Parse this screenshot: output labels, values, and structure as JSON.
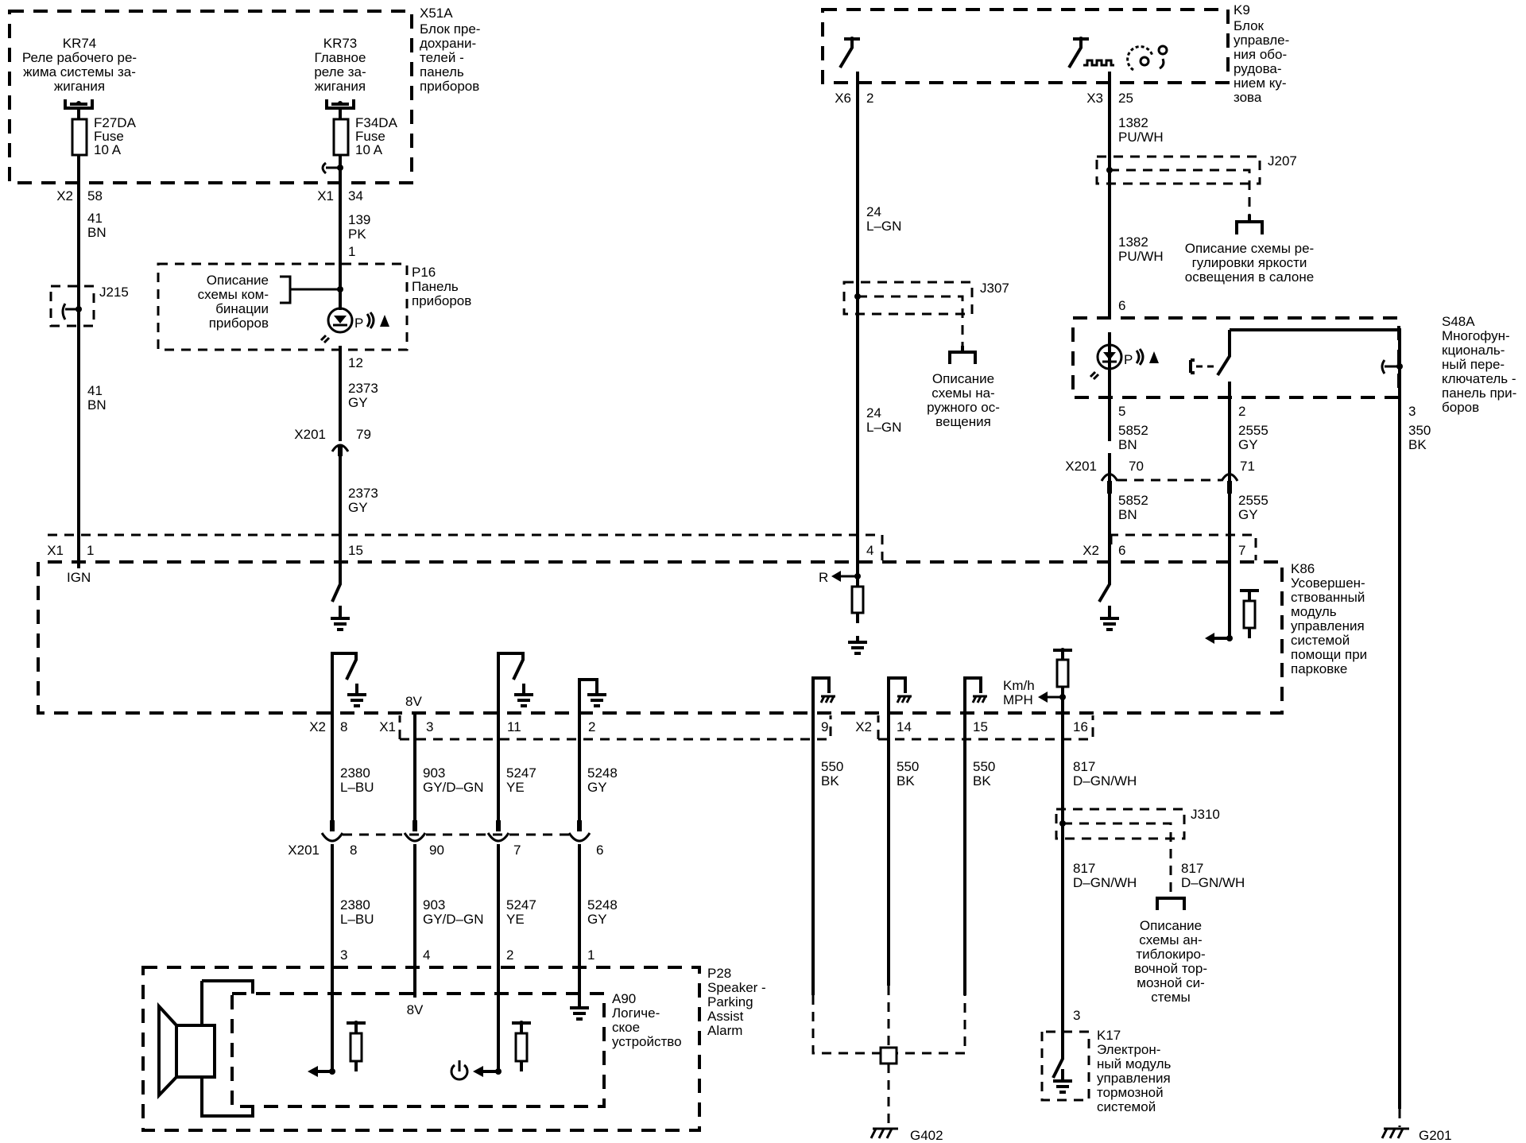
{
  "diagram": {
    "colors": {
      "line": "#000000",
      "background": "#ffffff"
    },
    "components": {
      "X51A": {
        "id": "X51A",
        "lines": [
          "Блок пре-",
          "дохрани-",
          "телей -",
          "панель",
          "приборов"
        ]
      },
      "KR74": {
        "id": "KR74",
        "lines": [
          "Реле рабочего ре-",
          "жима системы за-",
          "жигания"
        ]
      },
      "KR73": {
        "id": "KR73",
        "lines": [
          "Главное",
          "реле за-",
          "жигания"
        ]
      },
      "F27DA": {
        "lines": [
          "F27DA",
          "Fuse",
          "10 A"
        ]
      },
      "F34DA": {
        "lines": [
          "F34DA",
          "Fuse",
          "10 A"
        ]
      },
      "K9": {
        "id": "K9",
        "lines": [
          "Блок",
          "управле-",
          "ния обо-",
          "рудова-",
          "нием ку-",
          "зова"
        ]
      },
      "P16": {
        "id": "P16",
        "lines": [
          "Панель",
          "приборов"
        ]
      },
      "P16_ref": {
        "lines": [
          "Описание",
          "схемы ком-",
          "бинации",
          "приборов"
        ]
      },
      "J215": {
        "id": "J215"
      },
      "J307": {
        "id": "J307",
        "ref_lines": [
          "Описание",
          "схемы на-",
          "ружного ос-",
          "вещения"
        ]
      },
      "J207": {
        "id": "J207",
        "ref_lines": [
          "Описание схемы ре-",
          "гулировки яркости",
          "освещения в салоне"
        ]
      },
      "S48A": {
        "id": "S48A",
        "lines": [
          "Многофун-",
          "кциональ-",
          "ный пере-",
          "ключатель -",
          "панель при-",
          "боров"
        ]
      },
      "K86": {
        "id": "K86",
        "lines": [
          "Усовершен-",
          "ствованный",
          "модуль",
          "управления",
          "системой",
          "помощи при",
          "парковке"
        ]
      },
      "J310": {
        "id": "J310",
        "ref_lines": [
          "Описание",
          "схемы ан-",
          "тиблокиро-",
          "вочной тор-",
          "мозной си-",
          "стемы"
        ]
      },
      "P28": {
        "id": "P28",
        "lines": [
          "Speaker -",
          "Parking",
          "Assist",
          "Alarm"
        ]
      },
      "A90": {
        "id": "A90",
        "lines": [
          "Логиче-",
          "ское",
          "устройство"
        ]
      },
      "K17": {
        "id": "K17",
        "lines": [
          "Электрон-",
          "ный модуль",
          "управления",
          "тормозной",
          "системой"
        ]
      },
      "G402": {
        "id": "G402"
      },
      "G201": {
        "id": "G201"
      }
    },
    "connectors": {
      "x2_58": {
        "conn": "X2",
        "pin": "58"
      },
      "x1_34": {
        "conn": "X1",
        "pin": "34"
      },
      "x6_2": {
        "conn": "X6",
        "pin": "2"
      },
      "x3_25": {
        "conn": "X3",
        "pin": "25"
      },
      "p16_1": {
        "pin": "1"
      },
      "p16_12": {
        "pin": "12"
      },
      "x201_79": {
        "conn": "X201",
        "pin": "79"
      },
      "s48a_6": {
        "pin": "6"
      },
      "s48a_5": {
        "pin": "5"
      },
      "s48a_2": {
        "pin": "2"
      },
      "s48a_3": {
        "pin": "3"
      },
      "x201_70": {
        "conn": "X201",
        "pin": "70"
      },
      "x201_71": {
        "pin": "71"
      },
      "k86_x1_1": {
        "conn": "X1",
        "pin": "1",
        "signal": "IGN"
      },
      "k86_x1_15": {
        "pin": "15"
      },
      "k86_x1_4": {
        "pin": "4",
        "signal": "R"
      },
      "k86_x2_6": {
        "conn": "X2",
        "pin": "6"
      },
      "k86_x2_7": {
        "pin": "7"
      },
      "k86_x2_8": {
        "conn": "X2",
        "pin": "8"
      },
      "k86_x1_3": {
        "conn": "X1",
        "pin": "3",
        "signal": "8V"
      },
      "k86_x1_11": {
        "pin": "11"
      },
      "k86_x1_2": {
        "pin": "2"
      },
      "k86_x1_9": {
        "pin": "9"
      },
      "k86_x2_14": {
        "conn": "X2",
        "pin": "14"
      },
      "k86_x2_15": {
        "pin": "15"
      },
      "k86_x2_16": {
        "pin": "16",
        "signal_lines": [
          "Km/h",
          "MPH"
        ]
      },
      "x201_8": {
        "conn": "X201",
        "pin": "8"
      },
      "x201_90": {
        "pin": "90"
      },
      "x201_7": {
        "pin": "7"
      },
      "x201_6": {
        "pin": "6"
      },
      "p28_3": {
        "pin": "3"
      },
      "p28_4": {
        "pin": "4",
        "signal": "8V"
      },
      "p28_2": {
        "pin": "2"
      },
      "p28_1": {
        "pin": "1"
      },
      "k17_3": {
        "pin": "3"
      }
    },
    "wires": {
      "w41a": {
        "circuit": "41",
        "color": "BN"
      },
      "w41b": {
        "circuit": "41",
        "color": "BN"
      },
      "w139": {
        "circuit": "139",
        "color": "PK"
      },
      "w2373a": {
        "circuit": "2373",
        "color": "GY"
      },
      "w2373b": {
        "circuit": "2373",
        "color": "GY"
      },
      "w24a": {
        "circuit": "24",
        "color": "L–GN"
      },
      "w24b": {
        "circuit": "24",
        "color": "L–GN"
      },
      "w1382a": {
        "circuit": "1382",
        "color": "PU/WH"
      },
      "w1382b": {
        "circuit": "1382",
        "color": "PU/WH"
      },
      "w5852a": {
        "circuit": "5852",
        "color": "BN"
      },
      "w5852b": {
        "circuit": "5852",
        "color": "BN"
      },
      "w2555a": {
        "circuit": "2555",
        "color": "GY"
      },
      "w2555b": {
        "circuit": "2555",
        "color": "GY"
      },
      "w350": {
        "circuit": "350",
        "color": "BK"
      },
      "w2380a": {
        "circuit": "2380",
        "color": "L–BU"
      },
      "w903a": {
        "circuit": "903",
        "color": "GY/D–GN"
      },
      "w5247a": {
        "circuit": "5247",
        "color": "YE"
      },
      "w5248a": {
        "circuit": "5248",
        "color": "GY"
      },
      "w2380b": {
        "circuit": "2380",
        "color": "L–BU"
      },
      "w903b": {
        "circuit": "903",
        "color": "GY/D–GN"
      },
      "w5247b": {
        "circuit": "5247",
        "color": "YE"
      },
      "w5248b": {
        "circuit": "5248",
        "color": "GY"
      },
      "w550a": {
        "circuit": "550",
        "color": "BK"
      },
      "w550b": {
        "circuit": "550",
        "color": "BK"
      },
      "w550c": {
        "circuit": "550",
        "color": "BK"
      },
      "w817a": {
        "circuit": "817",
        "color": "D–GN/WH"
      },
      "w817b": {
        "circuit": "817",
        "color": "D–GN/WH"
      },
      "w817c": {
        "circuit": "817",
        "color": "D–GN/WH"
      }
    }
  }
}
